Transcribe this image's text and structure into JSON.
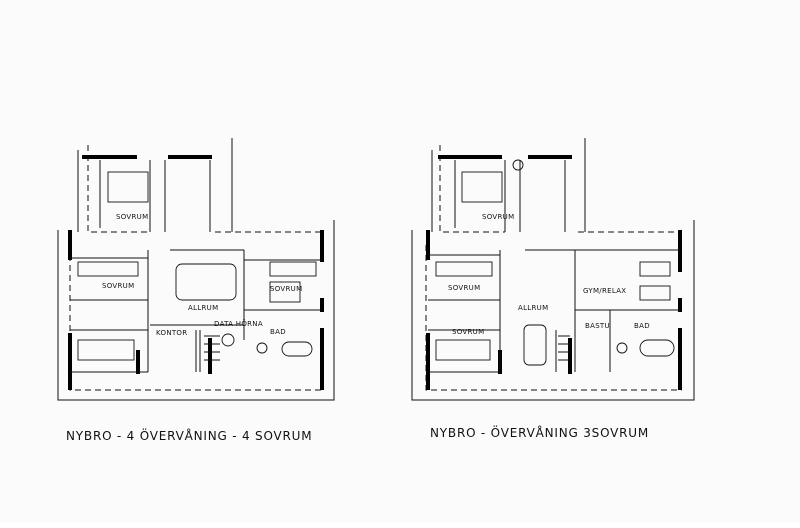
{
  "plans": [
    {
      "caption": "NYBRO -  4 ÖVERVÅNING - 4 SOVRUM",
      "rooms": {
        "sovrum_top": "SOVRUM",
        "sovrum_left": "SOVRUM",
        "sovrum_right": "SOVRUM",
        "allrum": "ALLRUM",
        "kontor": "KONTOR",
        "datahorna": "DATA HÖRNA",
        "bad": "BAD"
      }
    },
    {
      "caption": "NYBRO - ÖVERVÅNING  3SOVRUM",
      "rooms": {
        "sovrum_top": "SOVRUM",
        "sovrum_left1": "SOVRUM",
        "sovrum_left2": "SOVRUM",
        "allrum": "ALLRUM",
        "gym": "GYM/RELAX",
        "bastu": "BASTU",
        "bad": "BAD"
      }
    }
  ]
}
